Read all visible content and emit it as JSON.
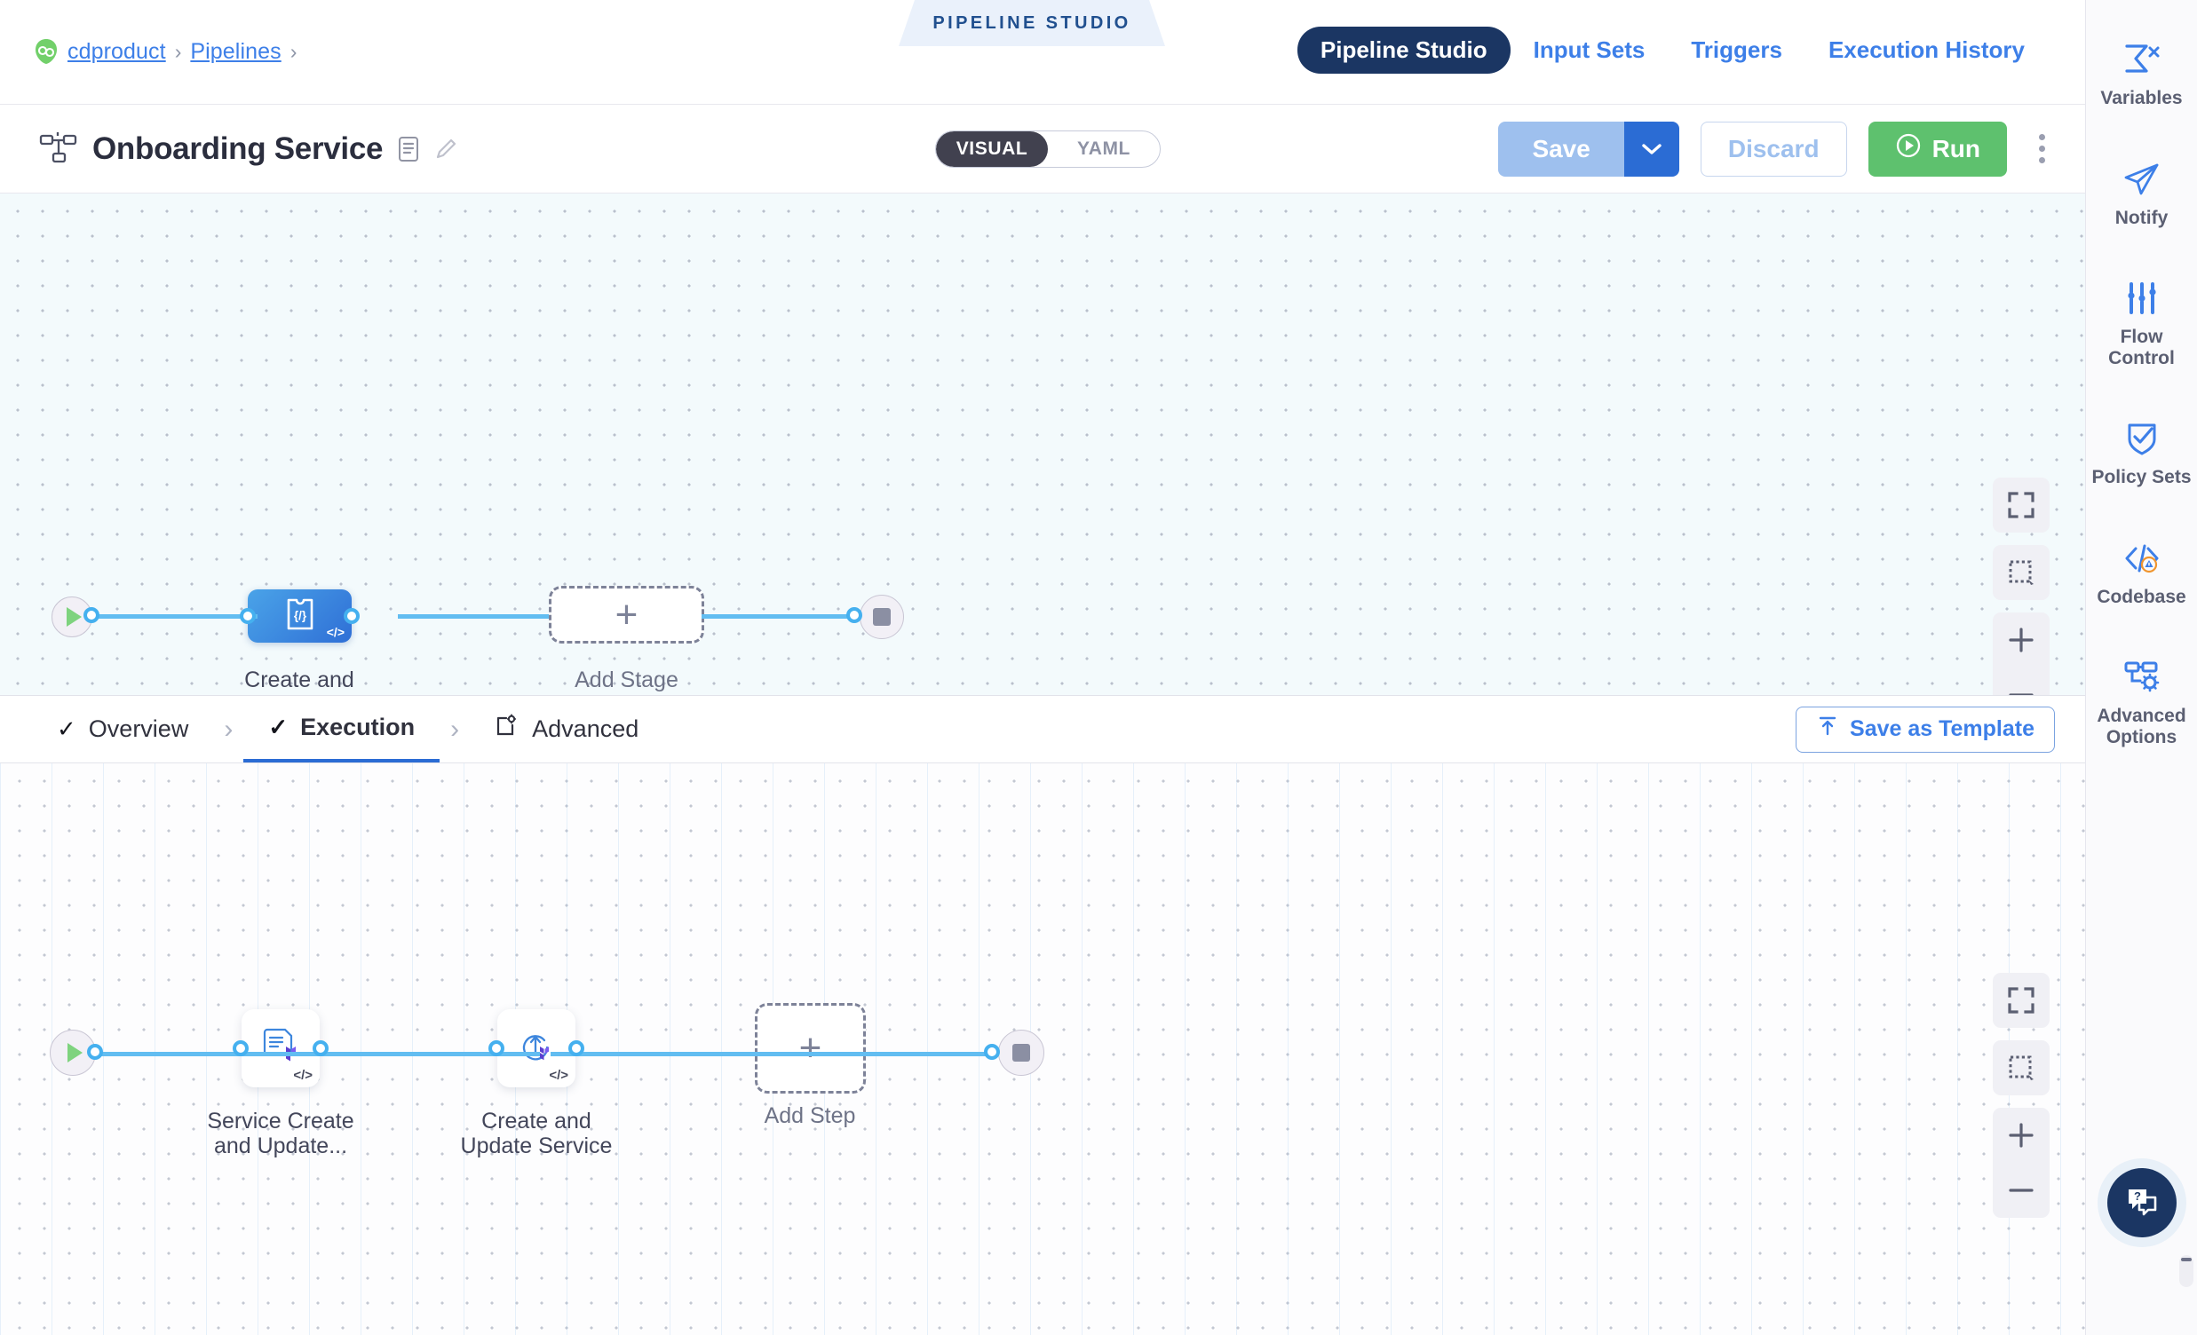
{
  "breadcrumb": {
    "org_icon": "harness-logo-icon",
    "items": [
      "cdproduct",
      "Pipelines"
    ],
    "separator": "›"
  },
  "studio_tag": {
    "label": "PIPELINE STUDIO"
  },
  "topnav": {
    "items": [
      {
        "label": "Pipeline Studio",
        "active": true
      },
      {
        "label": "Input Sets",
        "active": false
      },
      {
        "label": "Triggers",
        "active": false
      },
      {
        "label": "Execution History",
        "active": false
      }
    ]
  },
  "titlebar": {
    "pipeline_icon": "pipeline-graph-icon",
    "title": "Onboarding Service",
    "description_icon": "description-icon",
    "edit_icon": "pencil-icon",
    "view_toggle": {
      "options": [
        "VISUAL",
        "YAML"
      ],
      "selected": "VISUAL"
    },
    "save_label": "Save",
    "save_caret_icon": "chevron-down-icon",
    "discard_label": "Discard",
    "run_label": "Run",
    "run_icon": "play-circle-icon",
    "more_icon": "kebab-menu-icon"
  },
  "stage_canvas": {
    "start_icon": "play-icon",
    "end_icon": "stop-icon",
    "stage": {
      "label": "Create and\nUpdate Service",
      "icon": "deployment-template-icon",
      "code_badge": "</>",
      "selected": true
    },
    "add_stage": {
      "label": "Add Stage",
      "icon": "plus-icon"
    },
    "controls": [
      {
        "name": "zoom-to-fit",
        "icon": "expand-icon"
      },
      {
        "name": "select-region",
        "icon": "marquee-select-icon"
      },
      {
        "name": "zoom-in",
        "icon": "plus-icon"
      },
      {
        "name": "zoom-out",
        "icon": "minus-icon"
      }
    ]
  },
  "stage_tabs": {
    "items": [
      {
        "label": "Overview",
        "check": "✓",
        "active": false
      },
      {
        "label": "Execution",
        "check": "✓",
        "active": true
      },
      {
        "label": "Advanced",
        "icon": "advanced-icon",
        "active": false
      }
    ],
    "arrow": "›",
    "save_as_template": {
      "label": "Save as Template",
      "icon": "upload-template-icon"
    }
  },
  "step_canvas": {
    "start_icon": "play-icon",
    "end_icon": "stop-icon",
    "steps": [
      {
        "label": "Service Create\nand Update...",
        "icon": "terraform-plan-icon",
        "code_badge": "</>"
      },
      {
        "label": "Create and\nUpdate Service",
        "icon": "terraform-apply-icon",
        "code_badge": "</>"
      }
    ],
    "add_step": {
      "label": "Add Step",
      "icon": "plus-icon"
    },
    "controls": [
      {
        "name": "zoom-to-fit",
        "icon": "expand-icon"
      },
      {
        "name": "select-region",
        "icon": "marquee-select-icon"
      },
      {
        "name": "zoom-in",
        "icon": "plus-icon"
      },
      {
        "name": "zoom-out",
        "icon": "minus-icon"
      }
    ]
  },
  "right_rail": {
    "items": [
      {
        "label": "Variables",
        "icon": "sigma-variables-icon"
      },
      {
        "label": "Notify",
        "icon": "paper-plane-icon"
      },
      {
        "label": "Flow\nControl",
        "icon": "sliders-icon"
      },
      {
        "label": "Policy\nSets",
        "icon": "shield-check-icon"
      },
      {
        "label": "Codebase",
        "icon": "code-warning-icon"
      },
      {
        "label": "Advanced\nOptions",
        "icon": "advanced-options-icon"
      }
    ],
    "help": {
      "icon": "help-chat-icon"
    }
  },
  "colors": {
    "brand_blue": "#3d7fe8",
    "nav_active": "#1b3663",
    "run_green": "#5ec16e",
    "edge_blue": "#62bdf1",
    "stage_gradient_from": "#4aa3e8",
    "stage_gradient_to": "#2f6fd6",
    "canvas_top_bg": "#f3fafc",
    "warning_orange": "#f0952f"
  }
}
